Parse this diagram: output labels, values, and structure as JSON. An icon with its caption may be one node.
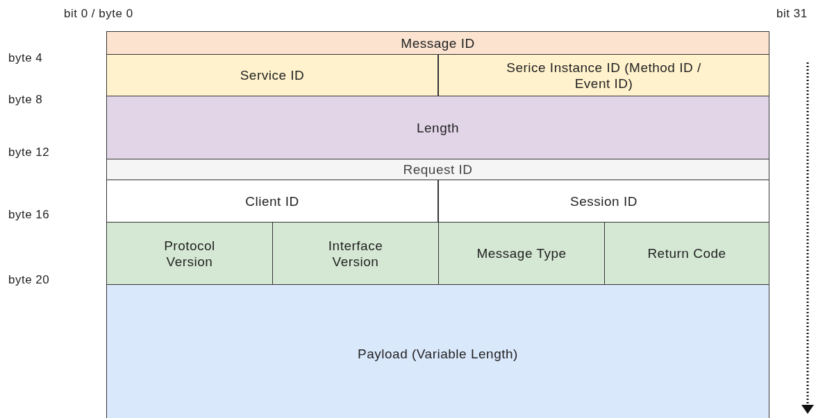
{
  "diagram": {
    "nodes": [
      {
        "text": [
          "Message ID"
        ]
      },
      {
        "text": [
          "Service ID"
        ]
      },
      {
        "text": [
          "Serice Instance ID (Method ID / Event ID)"
        ]
      },
      {
        "text": [
          "Length"
        ]
      },
      {
        "text": [
          "Request ID"
        ]
      },
      {
        "text": [
          "Client ID"
        ]
      },
      {
        "text": [
          "Session ID"
        ]
      },
      {
        "text": [
          "Protocol Version"
        ]
      },
      {
        "text": [
          "Interface Version"
        ]
      },
      {
        "text": [
          "Message Type"
        ]
      },
      {
        "text": [
          "Return Code"
        ]
      },
      {
        "text": [
          "Payload (Variable Length)"
        ]
      }
    ],
    "labels": [
      "bit 0 / byte 0",
      "bit 31",
      "byte 4",
      "byte 8",
      "byte 12",
      "byte 16",
      "byte 20"
    ]
  }
}
